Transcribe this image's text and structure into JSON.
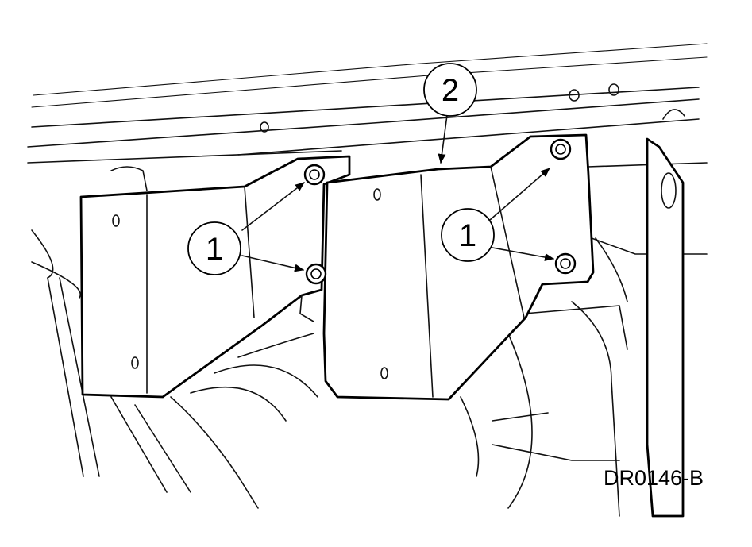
{
  "callouts": [
    {
      "label": "1"
    },
    {
      "label": "1"
    },
    {
      "label": "2"
    }
  ],
  "figure_id": "DR0146-B"
}
